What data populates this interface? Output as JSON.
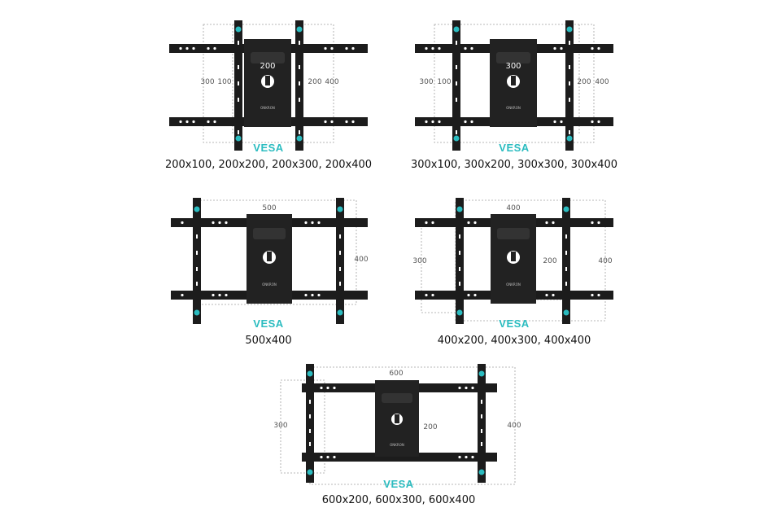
{
  "colors": {
    "accent": "#2bbcc0",
    "bracket": "#1c1c1c",
    "dim_line": "#9a9a9a"
  },
  "panels": [
    {
      "vesa_label": "VESA",
      "sizes": "200x100, 200x200, 200x300, 200x400",
      "dims": {
        "top_inner": "200",
        "left_outer": "300",
        "left_inner": "100",
        "right_inner": "200",
        "right_outer": "400"
      }
    },
    {
      "vesa_label": "VESA",
      "sizes": "300x100, 300x200, 300x300, 300x400",
      "dims": {
        "top_inner": "300",
        "left_outer": "300",
        "left_inner": "100",
        "right_inner": "200",
        "right_outer": "400"
      }
    },
    {
      "vesa_label": "VESA",
      "sizes": "500x400",
      "dims": {
        "top": "500",
        "right": "400"
      }
    },
    {
      "vesa_label": "VESA",
      "sizes": "400x200, 400x300, 400x400",
      "dims": {
        "top": "400",
        "left": "300",
        "middle": "200",
        "right": "400"
      }
    },
    {
      "vesa_label": "VESA",
      "sizes": "600x200, 600x300, 600x400",
      "dims": {
        "top": "600",
        "left": "300",
        "middle": "200",
        "right": "400"
      }
    }
  ],
  "brand_mark": "ONKRON"
}
